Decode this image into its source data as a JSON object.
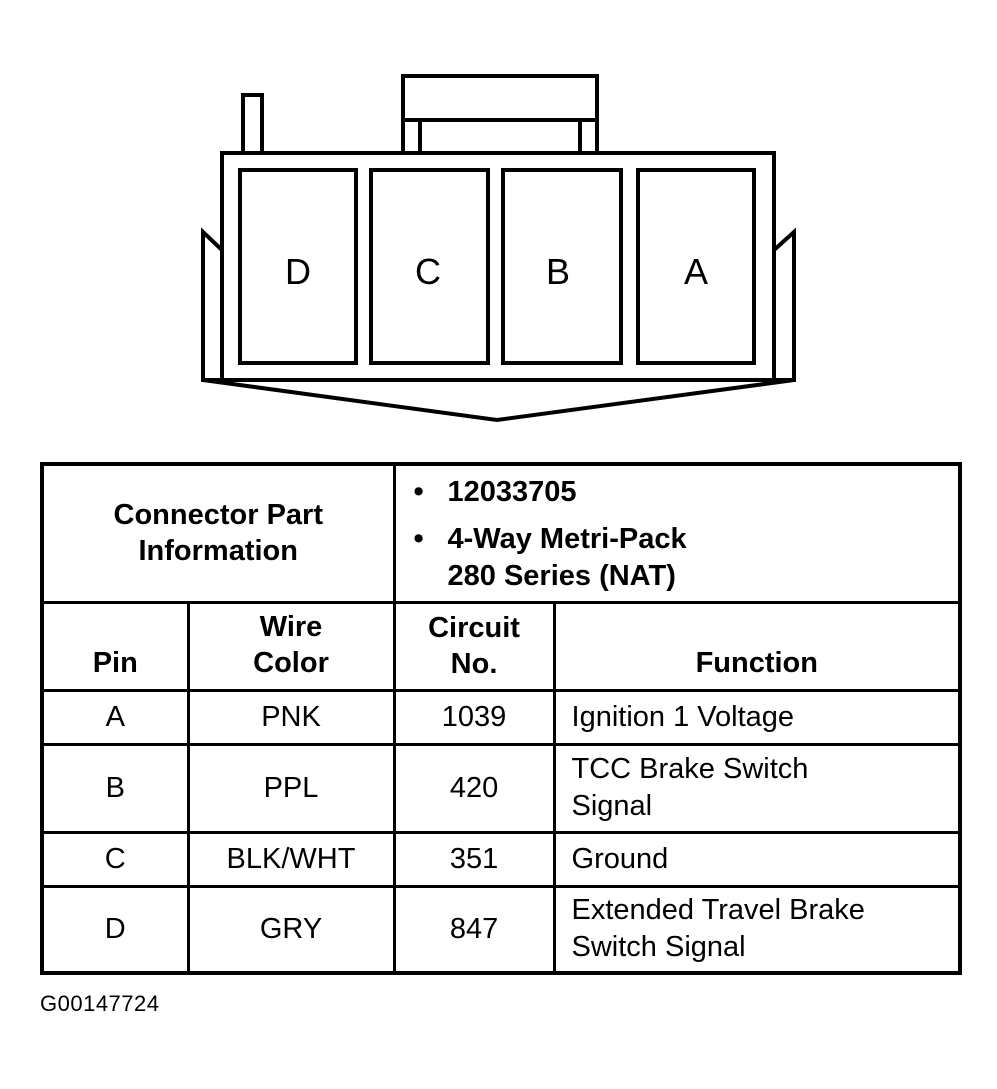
{
  "connector": {
    "pins": [
      "D",
      "C",
      "B",
      "A"
    ]
  },
  "table": {
    "part_info_label_line1": "Connector Part",
    "part_info_label_line2": "Information",
    "part_numbers": [
      {
        "line1": "12033705",
        "line2": ""
      },
      {
        "line1": "4-Way Metri-Pack",
        "line2": "280 Series (NAT)"
      }
    ],
    "bullet": "•",
    "headers": {
      "pin": "Pin",
      "wire_color_line1": "Wire",
      "wire_color_line2": "Color",
      "circuit_line1": "Circuit",
      "circuit_line2": "No.",
      "function": "Function"
    },
    "rows": [
      {
        "pin": "A",
        "color": "PNK",
        "circuit": "1039",
        "function_line1": "Ignition 1 Voltage",
        "function_line2": ""
      },
      {
        "pin": "B",
        "color": "PPL",
        "circuit": "420",
        "function_line1": "TCC Brake Switch",
        "function_line2": "Signal"
      },
      {
        "pin": "C",
        "color": "BLK/WHT",
        "circuit": "351",
        "function_line1": "Ground",
        "function_line2": ""
      },
      {
        "pin": "D",
        "color": "GRY",
        "circuit": "847",
        "function_line1": "Extended Travel Brake",
        "function_line2": "Switch Signal"
      }
    ]
  },
  "figure_id": "G00147724"
}
